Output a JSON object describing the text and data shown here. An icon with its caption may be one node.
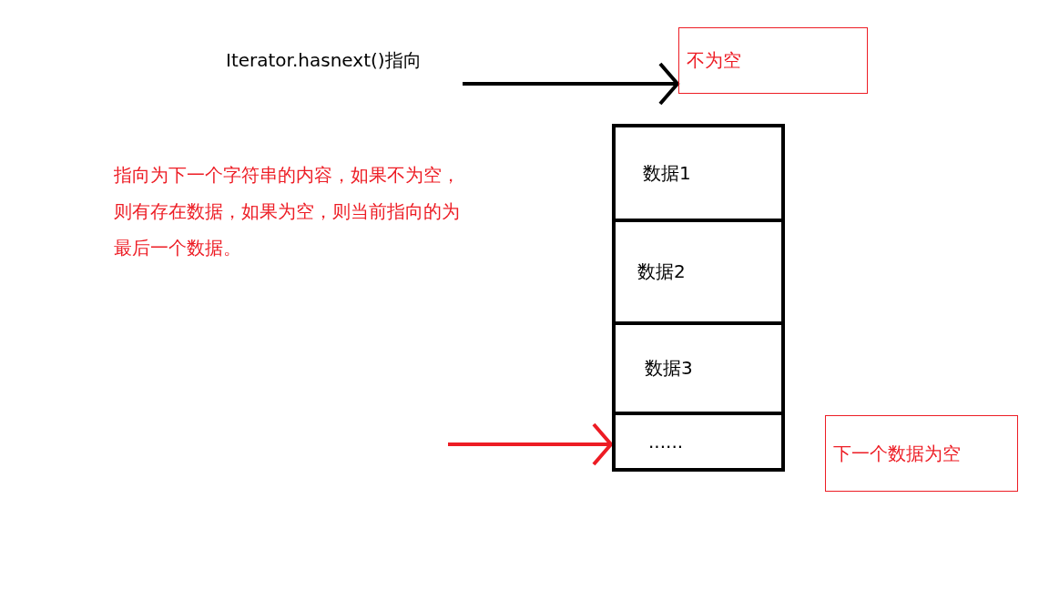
{
  "diagram": {
    "nodes": [
      {
        "text": [
          "不为空"
        ]
      },
      {
        "text": [],
        "shape": "box"
      },
      {
        "text": [
          "数据1"
        ],
        "in": 1
      },
      {
        "text": [
          "数据2"
        ],
        "in": 1
      },
      {
        "text": [
          "数据3"
        ],
        "in": 1
      },
      {
        "text": [
          "......"
        ],
        "in": 1
      },
      {
        "text": [
          "下一个数据为空"
        ]
      }
    ],
    "edges": [
      {
        "from": null,
        "to": 0,
        "arrow": "to"
      },
      {
        "from": null,
        "to": 5,
        "arrow": "to",
        "color": "#ed1c24"
      }
    ],
    "labels": [
      "Iterator.hasnext()指向",
      "指向为下一个字符串的内容，如果不为空，则有存在数据，如果为空，则当前指向的为最后一个数据。"
    ]
  }
}
